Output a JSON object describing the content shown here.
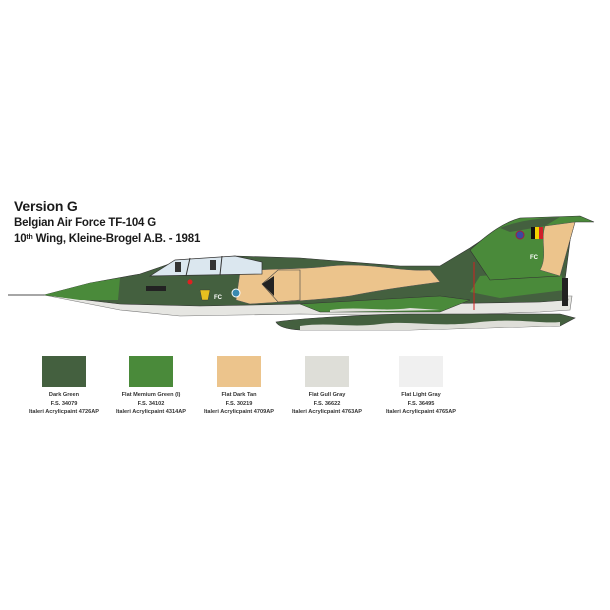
{
  "header": {
    "version": "Version G",
    "air_force": "Belgian Air Force TF-104 G",
    "wing_num": "10",
    "wing_sup": "th",
    "wing_rest": " Wing, Kleine-Brogel A.B. - 1981"
  },
  "aircraft": {
    "type": "TF-104 G",
    "code_fuselage": "FC",
    "code_tail": "FC"
  },
  "colors": {
    "dark_green": "#44603f",
    "medium_green": "#4a8a3a",
    "dark_tan": "#ecc48c",
    "gull_gray": "#deded8",
    "light_gray": "#f0f0f0"
  },
  "swatches": [
    {
      "name": "Dark Green",
      "fs": "F.S. 34079",
      "paint": "Italeri Acrylicpaint 4726AP",
      "color": "#44603f"
    },
    {
      "name": "Flat Memium Green (I)",
      "fs": "F.S. 34102",
      "paint": "Italeri Acrylicpaint 4314AP",
      "color": "#4a8a3a"
    },
    {
      "name": "Flat Dark Tan",
      "fs": "F.S. 30219",
      "paint": "Italeri Acrylicpaint 4709AP",
      "color": "#ecc48c"
    },
    {
      "name": "Flat Gull Gray",
      "fs": "F.S. 36622",
      "paint": "Italeri Acrylicpaint 4763AP",
      "color": "#deded8"
    },
    {
      "name": "Flat Light Gray",
      "fs": "F.S. 36495",
      "paint": "Italeri Acrylicpaint 4765AP",
      "color": "#f0f0f0"
    }
  ]
}
